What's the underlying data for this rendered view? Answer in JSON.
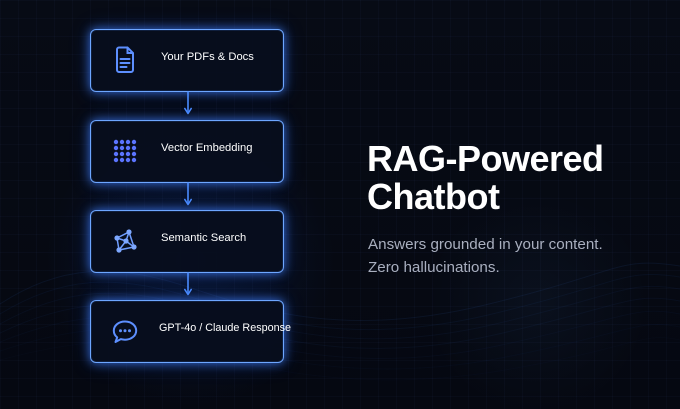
{
  "flow": {
    "steps": [
      {
        "label": "Your PDFs & Docs",
        "icon": "document-icon"
      },
      {
        "label": "Vector Embedding",
        "icon": "vector-grid-icon"
      },
      {
        "label": "Semantic Search",
        "icon": "network-icon"
      },
      {
        "label": "GPT-4o / Claude Response",
        "icon": "chat-bubble-icon"
      }
    ]
  },
  "hero": {
    "title_line_1": "RAG-Powered",
    "title_line_2": "Chatbot",
    "subtitle_line_1": "Answers grounded in your content.",
    "subtitle_line_2": "Zero hallucinations."
  },
  "colors": {
    "background": "#070b14",
    "node_border": "#6da6ff",
    "accent": "#3b82f6",
    "text": "#ffffff",
    "subtitle": "#a9afbf"
  }
}
